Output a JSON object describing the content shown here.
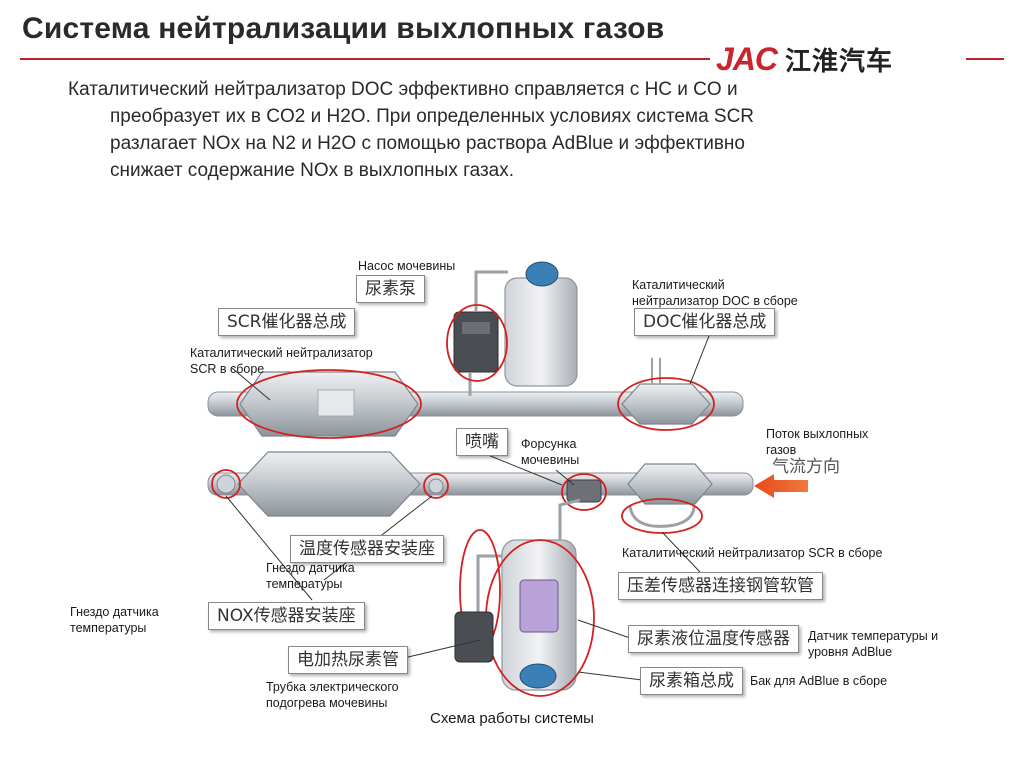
{
  "header": {
    "title": "Система нейтрализации выхлопных газов",
    "logo_latin": "JAC",
    "logo_chinese": "江淮汽车"
  },
  "intro": {
    "line1": "Каталитический нейтрализатор DOC эффективно справляется с HC и CO и",
    "line2": "преобразует их в CO2 и H2O. При определенных условиях система SCR",
    "line3": "разлагает NOx на N2 и H2O с помощью раствора AdBlue и эффективно",
    "line4": "снижает содержание NOx в выхлопных газах."
  },
  "labels": {
    "urea_pump": "Насос мочевины",
    "doc_assembly_top_1": "Каталитический",
    "doc_assembly_top_2": "нейтрализатор DOC в сборе",
    "scr_assembly_top_1": "Каталитический нейтрализатор",
    "scr_assembly_top_2": "SCR в сборе",
    "urea_injector_1": "Форсунка",
    "urea_injector_2": "мочевины",
    "exhaust_flow_1": "Поток выхлопных",
    "exhaust_flow_2": "газов",
    "temp_sensor_socket_a_1": "Гнездо датчика",
    "temp_sensor_socket_a_2": "температуры",
    "temp_sensor_socket_b_1": "Гнездо датчика",
    "temp_sensor_socket_b_2": "температуры",
    "scr_assembly_bottom": "Каталитический нейтрализатор SCR в сборе",
    "temp_level_sensor_1": "Датчик температуры и",
    "temp_level_sensor_2": "уровня AdBlue",
    "heating_tube_1": "Трубка электрического",
    "heating_tube_2": "подогрева мочевины",
    "adblue_tank": "Бак для AdBlue в сборе"
  },
  "chinese_labels": {
    "urea_pump": "尿素泵",
    "scr_assembly": "SCR催化器总成",
    "doc_assembly": "DOC催化器总成",
    "nozzle": "喷嘴",
    "flow_direction": "气流方向",
    "temp_sensor_seat": "温度传感器安装座",
    "pressure_pipe": "压差传感器连接钢管软管",
    "nox_sensor_seat": "NOX传感器安装座",
    "level_temp_sensor": "尿素液位温度传感器",
    "heating_pipe": "电加热尿素管",
    "tank_assembly": "尿素箱总成"
  },
  "caption": "Схема работы системы",
  "colors": {
    "brand_red": "#c8252c",
    "highlight_red": "#d42020",
    "flow_arrow": "#e8481c",
    "metal": "#b9bec4"
  }
}
